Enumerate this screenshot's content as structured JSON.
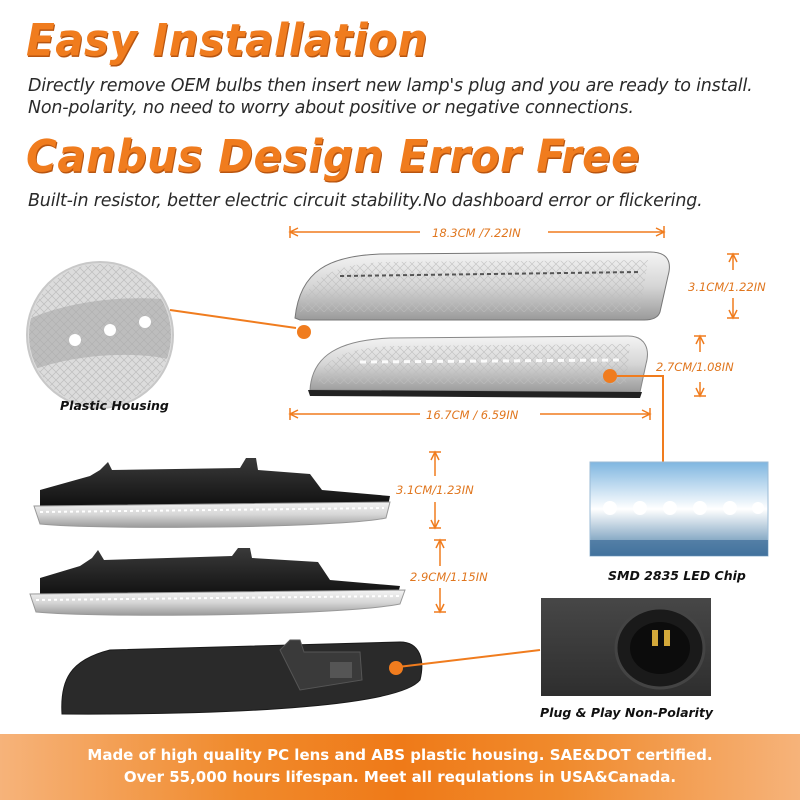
{
  "headings": {
    "easy_installation": "Easy Installation",
    "canbus": "Canbus Design Error Free"
  },
  "text": {
    "install_line1": "Directly remove OEM bulbs then insert new lamp's plug and you are ready to install.",
    "install_line2": "Non-polarity, no need to worry about positive or negative connections.",
    "canbus_line": "Built-in resistor, better electric circuit stability.No dashboard error or flickering."
  },
  "dimensions": {
    "top_length": "18.3CM /7.22IN",
    "top_height": "3.1CM/1.22IN",
    "second_height": "2.7CM/1.08IN",
    "second_length": "16.7CM / 6.59IN",
    "side1_height": "3.1CM/1.23IN",
    "side2_height": "2.9CM/1.15IN"
  },
  "captions": {
    "plastic_housing": "Plastic Housing",
    "led_chip": "SMD 2835 LED Chip",
    "plug": "Plug & Play Non-Polarity"
  },
  "footer": {
    "line1": "Made of high quality PC lens and ABS plastic housing. SAE&DOT certified.",
    "line2": "Over 55,000 hours lifespan. Meet all requlations in USA&Canada."
  },
  "colors": {
    "accent": "#f07c1e",
    "footer_bg": "#ef7a18"
  }
}
